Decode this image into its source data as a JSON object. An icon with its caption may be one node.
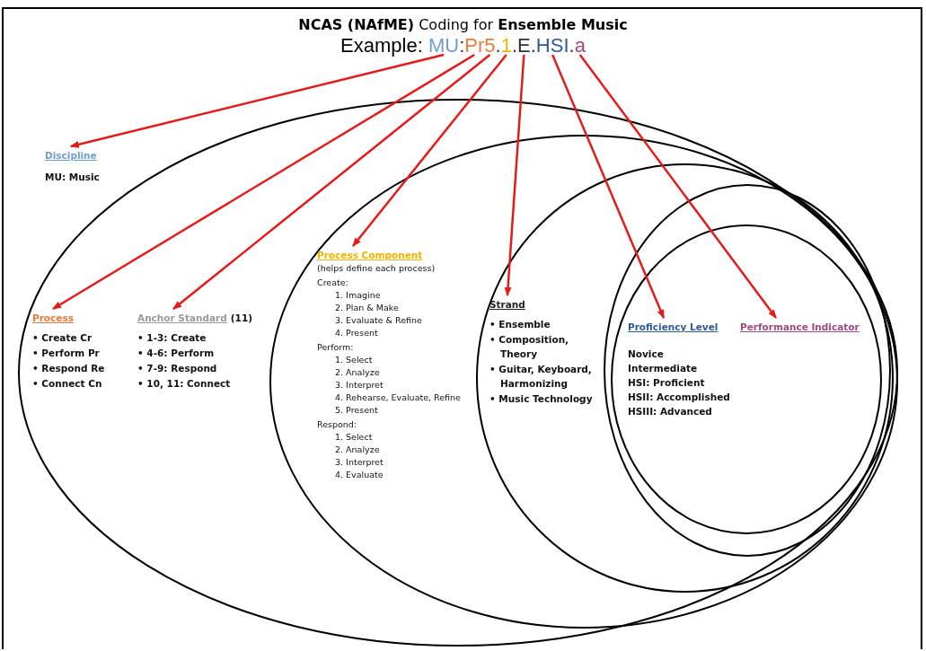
{
  "diagram": {
    "title": "**NCAS (NAfME)** Coding for **Ensemble Music**",
    "nodes": [
      {
        "text": [
          "MU"
        ]
      },
      {
        "text": [
          "Pr"
        ]
      },
      {
        "text": [
          "5"
        ]
      },
      {
        "text": [
          "1"
        ]
      },
      {
        "text": [
          "E"
        ]
      },
      {
        "text": [
          "HSI"
        ]
      },
      {
        "text": [
          "a"
        ]
      },
      {
        "text": [
          "Discipline",
          "MU: Music"
        ]
      },
      {
        "text": [],
        "shape": "ellipse"
      },
      {
        "text": [
          "Process",
          "• Create Cr",
          "• Perform Pr",
          "• Respond Re",
          "• Connect Cn"
        ],
        "in": 8
      },
      {
        "text": [
          "Anchor Standard",
          "(11)",
          "• 1-3: Create",
          "• 4-6: Perform",
          "• 7-9: Respond",
          "• 10, 11: Connect"
        ],
        "in": 8
      },
      {
        "text": [],
        "shape": "ellipse",
        "in": 8
      },
      {
        "text": [
          "Process Component",
          "(helps define each process)",
          "Create:",
          "1. Imagine",
          "2. Plan & Make",
          "3. Evaluate & Refine",
          "4. Present",
          "Perform:",
          "1. Select",
          "2. Analyze",
          "3. Interpret",
          "4. Rehearse, Evaluate, Refine",
          "5. Present",
          "Respond:",
          "1. Select",
          "2. Analyze",
          "3. Interpret",
          "4. Evaluate"
        ],
        "in": 11
      },
      {
        "text": [],
        "shape": "ellipse",
        "in": 11
      },
      {
        "text": [
          "Strand",
          "• Ensemble",
          "• Composition, Theory",
          "• Guitar, Keyboard, Harmonizing",
          "• Music Technology"
        ],
        "in": 13
      },
      {
        "text": [],
        "shape": "ellipse",
        "in": 13
      },
      {
        "text": [],
        "shape": "ellipse",
        "in": 15
      },
      {
        "text": [
          "Proficiency Level",
          "Novice",
          "Intermediate",
          "HSI: Proficient",
          "HSII: Accomplished",
          "HSIII: Advanced"
        ],
        "in": 16
      },
      {
        "text": [
          "Performance Indicator"
        ],
        "in": 16
      }
    ],
    "edges": [
      {
        "from": 0,
        "to": 7,
        "arrow": "to"
      },
      {
        "from": 1,
        "to": 9,
        "arrow": "to"
      },
      {
        "from": 2,
        "to": 10,
        "arrow": "to"
      },
      {
        "from": 3,
        "to": 12,
        "arrow": "to"
      },
      {
        "from": 4,
        "to": 14,
        "arrow": "to"
      },
      {
        "from": 5,
        "to": 17,
        "arrow": "to"
      },
      {
        "from": 6,
        "to": 18,
        "arrow": "to"
      }
    ],
    "labels": [
      "Example:",
      ":",
      ".",
      ".",
      ".",
      "."
    ]
  }
}
